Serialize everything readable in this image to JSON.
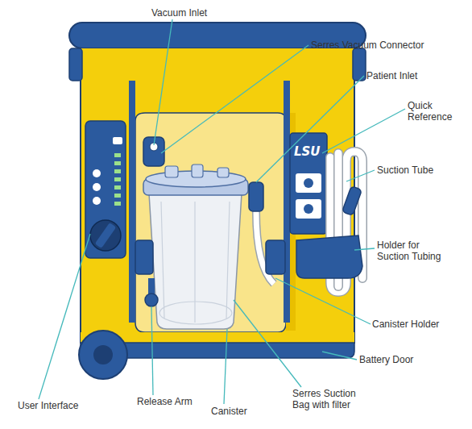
{
  "diagram": {
    "labels": [
      "Vacuum Inlet",
      "Serres Vacuum Connector",
      "Patient Inlet",
      "Quick Reference",
      "Suction Tube",
      "Holder for Suction Tubing",
      "Canister Holder",
      "Battery Door",
      "Serres Suction Bag with filter",
      "Canister",
      "Release Arm",
      "User Interface",
      "LSU"
    ]
  }
}
